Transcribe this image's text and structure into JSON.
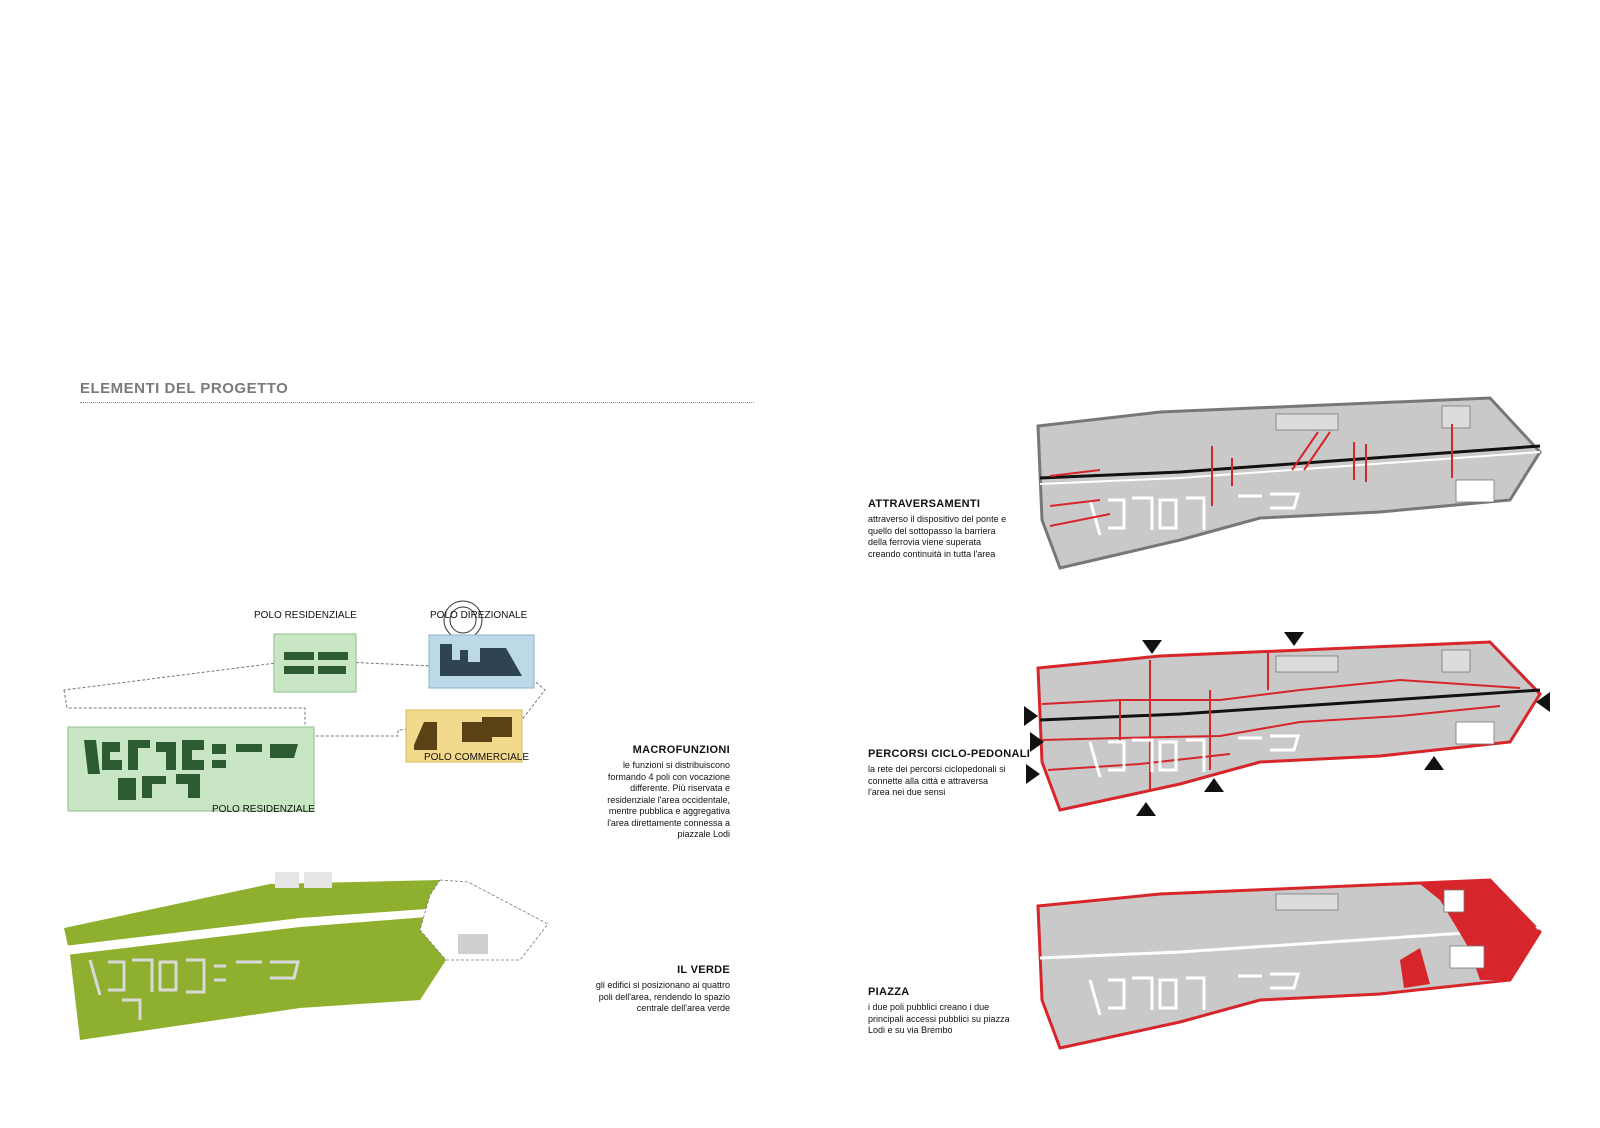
{
  "section_title": "ELEMENTI DEL PROGETTO",
  "macrofunzioni": {
    "title": "MACROFUNZIONI",
    "body": [
      "le funzioni si distribuiscono",
      "formando 4 poli con vocazione",
      "differente. Più riservata e",
      "residenziale l'area occidentale,",
      "mentre pubblica e aggregativa",
      "l'area direttamente connessa a",
      "piazzale Lodi"
    ],
    "labels": {
      "polo_residenziale_top": "POLO RESIDENZIALE",
      "polo_direzionale": "POLO DIREZIONALE",
      "polo_commerciale": "POLO COMMERCIALE",
      "polo_residenziale_bottom": "POLO RESIDENZIALE"
    },
    "colors": {
      "residenziale": "#c8e6c3",
      "direzionale": "#bcd9e8",
      "commerciale": "#f3d98c",
      "building_green": "#2d5b32",
      "building_blue": "#2f4452",
      "building_brown": "#5a4116"
    }
  },
  "il_verde": {
    "title": "IL VERDE",
    "body": [
      "gli edifici si posizionano ai quattro",
      "poli dell'area, rendendo lo spazio",
      "centrale dell'area verde"
    ],
    "colors": {
      "green": "#8fb02e"
    }
  },
  "attraversamenti": {
    "title": "ATTRAVERSAMENTI",
    "body": [
      "attraverso il dispositivo del ponte e",
      "quello del sottopasso la barriera",
      "della ferrovia viene superata",
      "creando continuità in tutta l'area"
    ],
    "colors": {
      "arrows": "#d7262b"
    }
  },
  "percorsi": {
    "title": "PERCORSI CICLO-PEDONALI",
    "body": [
      "la rete dei percorsi ciclopedonali si",
      "connette alla città e attraversa",
      "l'area nei due sensi"
    ],
    "colors": {
      "paths": "#d7262b",
      "access": "#111111"
    }
  },
  "piazza": {
    "title": "PIAZZA",
    "body": [
      "i due poli pubblici creano i due",
      "principali accessi pubblici su piazza",
      "Lodi e su via Brembo"
    ],
    "colors": {
      "piazza": "#d7262b"
    }
  }
}
